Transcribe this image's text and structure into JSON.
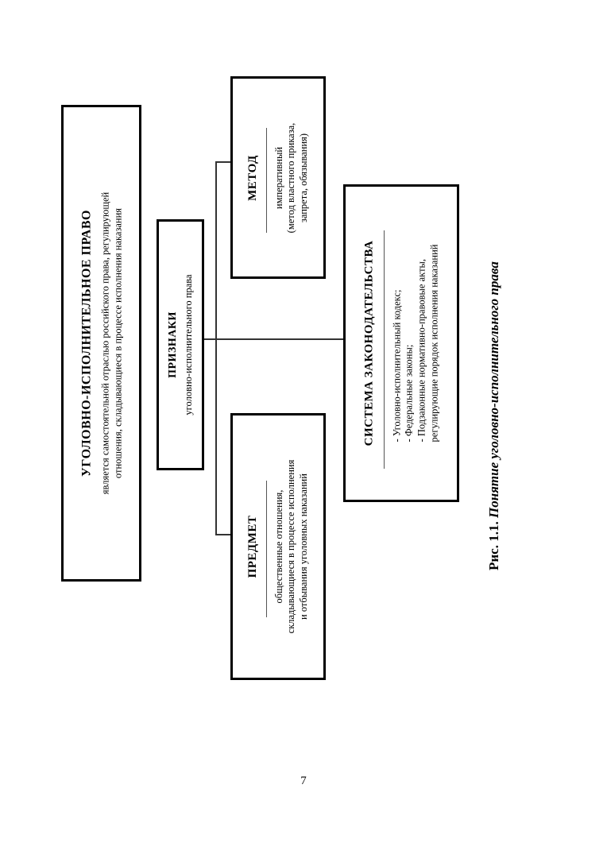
{
  "page": {
    "number": "7",
    "caption_prefix": "Рис. 1.1.",
    "caption_title": "Понятие уголовно-исполнительного права"
  },
  "diagram": {
    "root": {
      "title": "УГОЛОВНО-ИСПОЛНИТЕЛЬНОЕ ПРАВО",
      "body_line1": "является самостоятельной отраслью российского права, регулирующей",
      "body_line2": "отношения, складывающиеся в процессе исполнения наказания"
    },
    "features": {
      "title": "ПРИЗНАКИ",
      "subtitle": "уголовно-исполнительного права"
    },
    "method": {
      "title": "МЕТОД",
      "line1": "императивный",
      "line2": "(метод властного приказа,",
      "line3": "запрета, обязывания)"
    },
    "subject": {
      "title": "ПРЕДМЕТ",
      "line1": "общественные отношения,",
      "line2": "складывающиеся в процессе исполнения",
      "line3": "и отбывания уголовных наказаний"
    },
    "legislation": {
      "title": "СИСТЕМА ЗАКОНОДАТЕЛЬСТВА",
      "item1": "- Уголовно-исполнительный кодекс;",
      "item2": "- Федеральные законы;",
      "item3": "- Подзаконные нормативно-правовые акты,",
      "item4": "регулирующие порядок исполнения наказаний"
    }
  },
  "colors": {
    "border": "#000000",
    "connector": "#333333",
    "divider": "#555555",
    "background": "#ffffff",
    "text": "#000000"
  }
}
